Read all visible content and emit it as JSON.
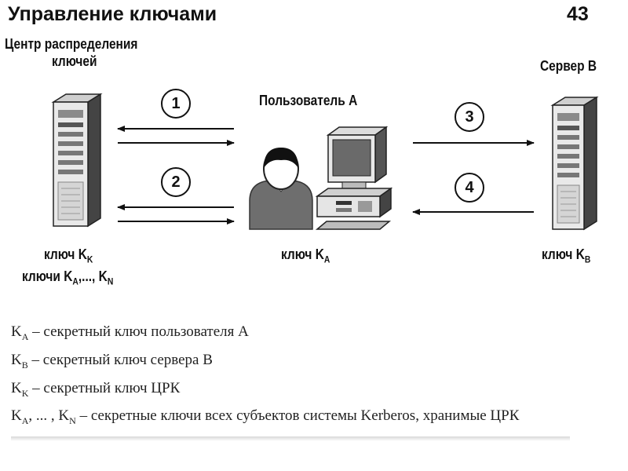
{
  "slide": {
    "title": "Управление ключами",
    "number": "43"
  },
  "diagram": {
    "kdc": {
      "title_line1": "Центр распределения",
      "title_line2": "ключей",
      "key_prefix": "ключ K",
      "key_sub": "K",
      "keys_prefix": "ключи K",
      "keys_sub_a": "A",
      "keys_mid": ",..., K",
      "keys_sub_n": "N"
    },
    "user": {
      "title": "Пользователь А",
      "key_prefix": "ключ K",
      "key_sub": "A"
    },
    "server": {
      "title": "Сервер В",
      "key_prefix": "ключ K",
      "key_sub": "B"
    },
    "steps": [
      "1",
      "2",
      "3",
      "4"
    ]
  },
  "legend": [
    {
      "main": "K",
      "sub": "A",
      "text": " – секретный ключ пользователя А"
    },
    {
      "main": "K",
      "sub": "B",
      "text": " – секретный ключ сервера В"
    },
    {
      "main": "K",
      "sub": "K",
      "text": " – секретный ключ ЦРК"
    },
    {
      "main": "K",
      "sub": "A",
      "mid": ", ... , K",
      "sub2": "N",
      "text": " – секретные ключи всех субъектов системы Kerberos,  хранимые ЦРК"
    }
  ],
  "colors": {
    "server_light": "#e6e6e6",
    "server_dark": "#4a4a4a",
    "person": "#6e6e6e",
    "arrow": "#111111"
  },
  "icons": [
    "server-icon",
    "person-icon",
    "computer-icon"
  ]
}
